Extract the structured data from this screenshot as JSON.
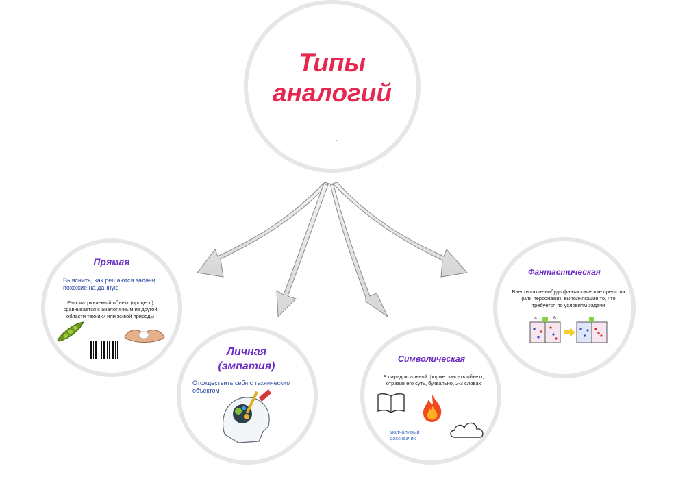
{
  "center": {
    "title_line1": "Типы",
    "title_line2": "аналогий",
    "dot": "."
  },
  "nodes": {
    "direct": {
      "title": "Прямая",
      "goal": "Выяснить, как решаются задачи похожие на данную",
      "desc": "Рассматриваемый объект (процесс) сравнивается с аналогичным из другой области техники или живой природы"
    },
    "personal": {
      "title_line1": "Личная",
      "title_line2": "(эмпатия)",
      "desc": "Отождествить себя с техническим объектом"
    },
    "symbolic": {
      "title": "Символическая",
      "desc": "В парадоксальной форме описать объект, отразив его суть, буквально, 2-3 словах",
      "example_line1": "молчаливый",
      "example_line2": "рассказчик"
    },
    "fantastic": {
      "title": "Фантастическая",
      "desc": "Ввести какие-нибудь фантастические средства (или персонажи), выполняющие то, что требуется по условиям задачи",
      "box_a": "A",
      "box_b": "B"
    }
  },
  "colors": {
    "accent": "#e52850",
    "heading": "#6a2fc2",
    "body_text": "#2a48a0",
    "ring": "#e6e6e6"
  },
  "icons": [
    "pea-pod-icon",
    "hands-icon",
    "zebra-barcode-icon",
    "robot-head-icon",
    "open-book-icon",
    "fire-icon",
    "cloud-icon",
    "maxwell-demon-icon"
  ]
}
